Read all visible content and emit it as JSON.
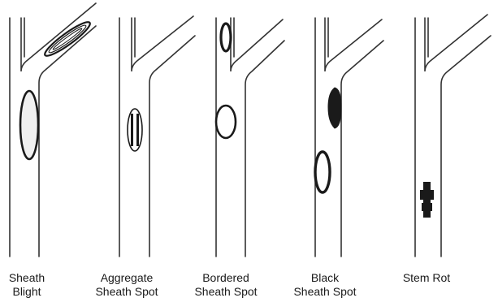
{
  "panels": [
    {
      "name": "sheath-blight",
      "caption": [
        "Sheath",
        "Blight"
      ]
    },
    {
      "name": "aggregate-sheath-spot",
      "caption": [
        "Aggregate",
        "Sheath Spot"
      ]
    },
    {
      "name": "bordered-sheath-spot",
      "caption": [
        "Bordered",
        "Sheath Spot"
      ]
    },
    {
      "name": "black-sheath-spot",
      "caption": [
        "Black",
        "Sheath Spot"
      ]
    },
    {
      "name": "stem-rot",
      "caption": [
        "Stem Rot",
        ""
      ]
    }
  ],
  "colors": {
    "line": "#333333",
    "lesion": "#1a1a1a",
    "lesion_fill_light": "#e8e8e8",
    "background": "#ffffff"
  }
}
